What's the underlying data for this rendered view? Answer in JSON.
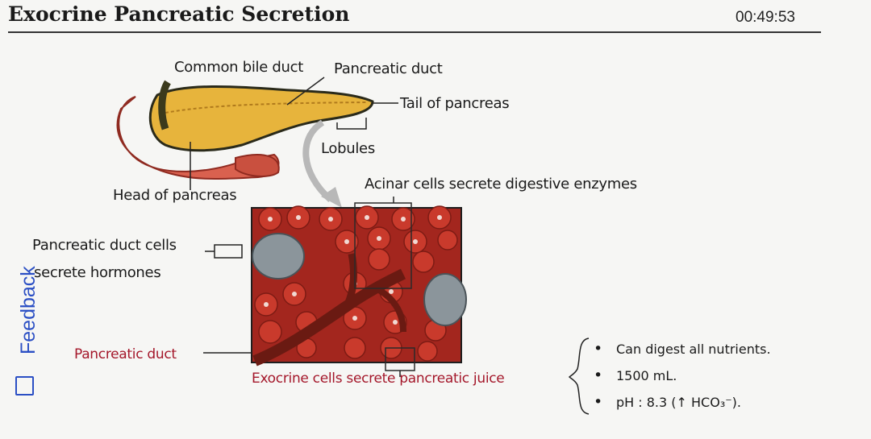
{
  "header": {
    "title": "Exocrine Pancreatic Secretion",
    "timer": "00:49:53"
  },
  "diagram": {
    "labels": {
      "common_bile_duct": "Common bile duct",
      "pancreatic_duct_top": "Pancreatic duct",
      "tail": "Tail of pancreas",
      "lobules": "Lobules",
      "head": "Head of pancreas",
      "acinar": "Acinar cells secrete digestive enzymes",
      "duct_cells": "Pancreatic duct cells",
      "hormones": "secrete hormones",
      "pancreatic_duct_bottom": "Pancreatic duct",
      "exocrine": "Exocrine cells secrete pancreatic juice"
    },
    "facts": [
      "Can digest all nutrients.",
      "1500 mL.",
      "pH : 8.3 (↑ HCO₃⁻)."
    ]
  },
  "feedback": {
    "label": "Feedback"
  },
  "colors": {
    "pancreas": "#e7b43c",
    "duodenum": "#d9614f",
    "tissue": "#b82f25",
    "accent_red": "#a4172a",
    "feedback_blue": "#2b4fc4"
  }
}
